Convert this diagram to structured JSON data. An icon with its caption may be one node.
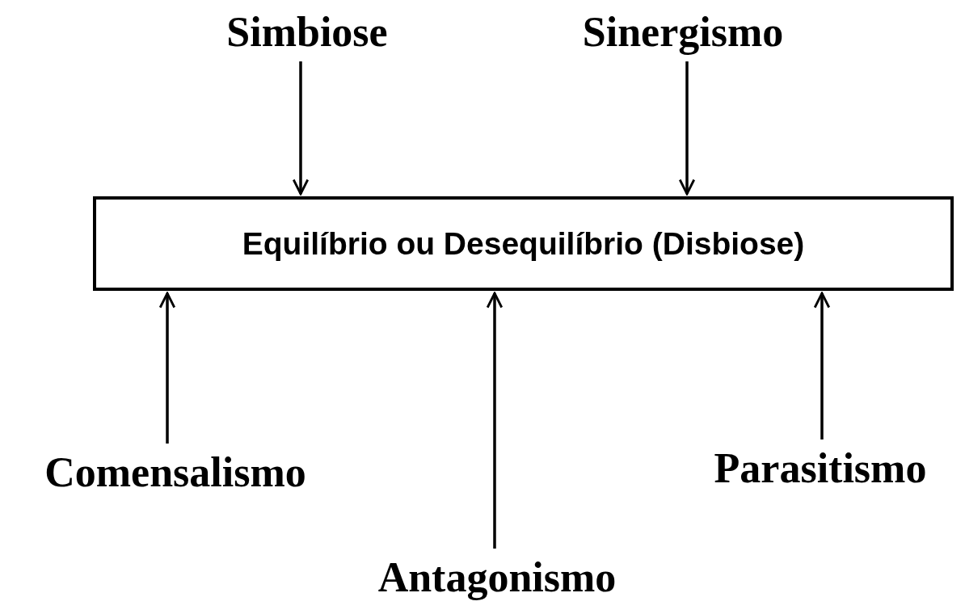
{
  "diagram": {
    "nodes": [
      {
        "text": [
          "Simbiose"
        ]
      },
      {
        "text": [
          "Sinergismo"
        ]
      },
      {
        "text": [
          "Equilíbrio ou Desequilíbrio (Disbiose)"
        ]
      },
      {
        "text": [
          "Comensalismo"
        ]
      },
      {
        "text": [
          "Antagonismo"
        ]
      },
      {
        "text": [
          "Parasitismo"
        ]
      }
    ],
    "edges": [
      {
        "from": 0,
        "to": 2,
        "arrow": "to"
      },
      {
        "from": 1,
        "to": 2,
        "arrow": "to"
      },
      {
        "from": 3,
        "to": 2,
        "arrow": "to"
      },
      {
        "from": 4,
        "to": 2,
        "arrow": "to"
      },
      {
        "from": 5,
        "to": 2,
        "arrow": "to"
      }
    ]
  }
}
